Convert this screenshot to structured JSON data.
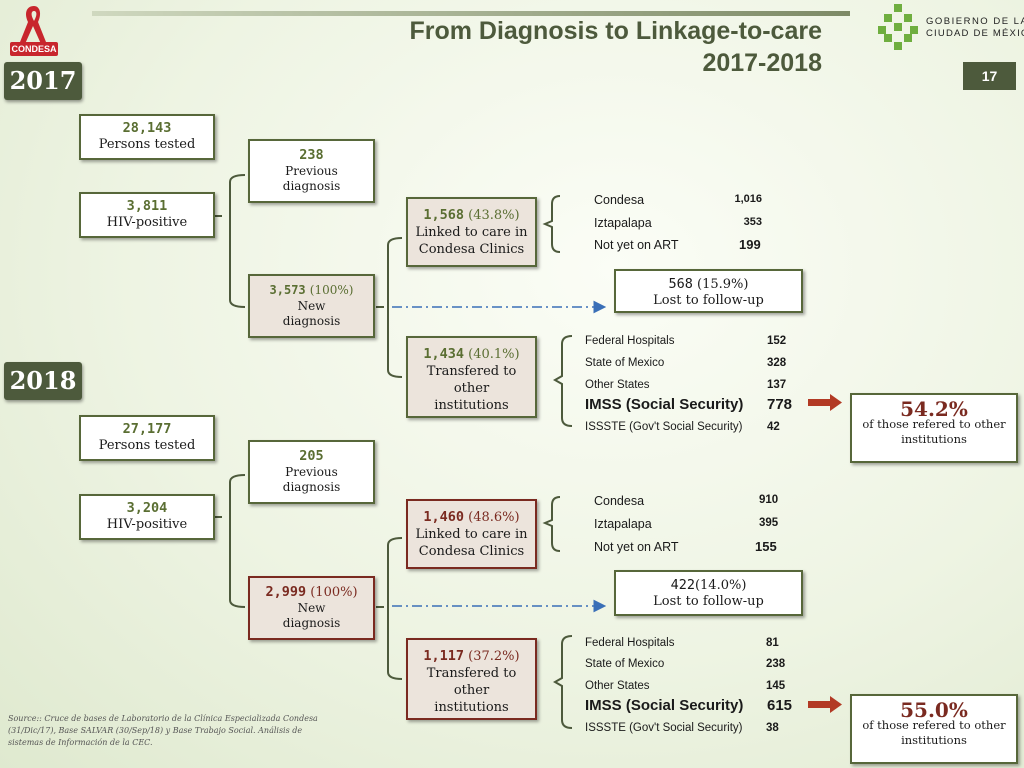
{
  "header": {
    "title_line1": "From Diagnosis to Linkage-to-care",
    "title_line2": "2017-2018",
    "page_number": "17",
    "logo_left_text": "CONDESA",
    "logo_right_line1": "GOBIERNO DE LA",
    "logo_right_line2": "CIUDAD DE MÉXICO"
  },
  "y2017": {
    "year": "2017",
    "tested_num": "28,143",
    "tested_label": "Persons tested",
    "hiv_num": "3,811",
    "hiv_label": "HIV-positive",
    "prev_num": "238",
    "prev_label": "Previous diagnosis",
    "new_num": "3,573",
    "new_pct": "(100%)",
    "new_label": "New diagnosis",
    "linked_num": "1,568",
    "linked_pct": "(43.8%)",
    "linked_label": "Linked to care in Condesa Clinics",
    "lost_num": "568",
    "lost_pct": "(15.9%)",
    "lost_label": "Lost to follow-up",
    "transfer_num": "1,434",
    "transfer_pct": "(40.1%)",
    "transfer_label": "Transfered to other institutions",
    "linked_list": [
      {
        "label": "Condesa",
        "value": "1,016"
      },
      {
        "label": "Iztapalapa",
        "value": "353"
      },
      {
        "label": "Not yet on ART",
        "value": "199"
      }
    ],
    "transfer_list": [
      {
        "label": "Federal Hospitals",
        "value": "152"
      },
      {
        "label": "State of Mexico",
        "value": "328"
      },
      {
        "label": "Other States",
        "value": "137"
      },
      {
        "label": "IMSS (Social Security)",
        "value": "778"
      },
      {
        "label": "ISSSTE (Gov't Social Security)",
        "value": "42"
      }
    ],
    "imss_pct": "54.2%",
    "imss_note": "of those refered to other institutions"
  },
  "y2018": {
    "year": "2018",
    "tested_num": "27,177",
    "tested_label": "Persons tested",
    "hiv_num": "3,204",
    "hiv_label": "HIV-positive",
    "prev_num": "205",
    "prev_label": "Previous diagnosis",
    "new_num": "2,999",
    "new_pct": "(100%)",
    "new_label": "New diagnosis",
    "linked_num": "1,460",
    "linked_pct": "(48.6%)",
    "linked_label": "Linked to care in Condesa Clinics",
    "lost_num": "422",
    "lost_pct": "(14.0%)",
    "lost_label": "Lost to follow-up",
    "transfer_num": "1,117",
    "transfer_pct": "(37.2%)",
    "transfer_label": "Transfered to other institutions",
    "linked_list": [
      {
        "label": "Condesa",
        "value": "910"
      },
      {
        "label": "Iztapalapa",
        "value": "395"
      },
      {
        "label": "Not yet on ART",
        "value": "155"
      }
    ],
    "transfer_list": [
      {
        "label": "Federal Hospitals",
        "value": "81"
      },
      {
        "label": "State of Mexico",
        "value": "238"
      },
      {
        "label": "Other States",
        "value": "145"
      },
      {
        "label": "IMSS (Social Security)",
        "value": "615"
      },
      {
        "label": "ISSSTE (Gov't Social Security)",
        "value": "38"
      }
    ],
    "imss_pct": "55.0%",
    "imss_note": "of those refered to other institutions"
  },
  "source": "Source:: Cruce de bases de Laboratorio de la Clínica Especializada Condesa (31/Dic/17), Base SALVAR (30/Sep/18) y Base Trabajo Social. Análisis de sistemas de Información de la CEC."
}
